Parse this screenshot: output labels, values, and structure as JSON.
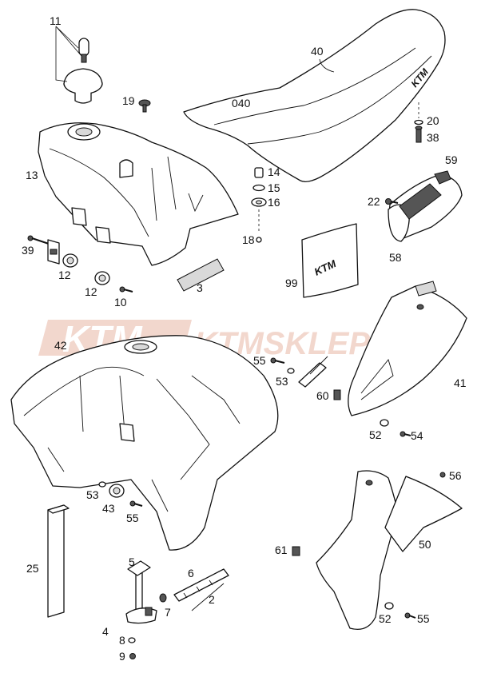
{
  "watermark": {
    "logo": "KTM",
    "text": "KTMSKLEP.PL",
    "color": "#e8b7a6"
  },
  "labels": {
    "p11": "11",
    "p19": "19",
    "p40": "40",
    "p040": "040",
    "p20": "20",
    "p38": "38",
    "p13": "13",
    "p14": "14",
    "p15": "15",
    "p16": "16",
    "p59": "59",
    "p22": "22",
    "p18": "18",
    "p58": "58",
    "p39": "39",
    "p12a": "12",
    "p12b": "12",
    "p10": "10",
    "p3": "3",
    "p99": "99",
    "p42": "42",
    "p55a": "55",
    "p53a": "53",
    "p41": "41",
    "p60": "60",
    "p52a": "52",
    "p54": "54",
    "p53b": "53",
    "p43": "43",
    "p55b": "55",
    "p56": "56",
    "p50": "50",
    "p61": "61",
    "p25": "25",
    "p5": "5",
    "p6": "6",
    "p7": "7",
    "p2": "2",
    "p4": "4",
    "p8": "8",
    "p9": "9",
    "p52b": "52",
    "p55c": "55"
  },
  "decals": {
    "seat_logo": "KTM",
    "sticker_logo": "KTM"
  }
}
